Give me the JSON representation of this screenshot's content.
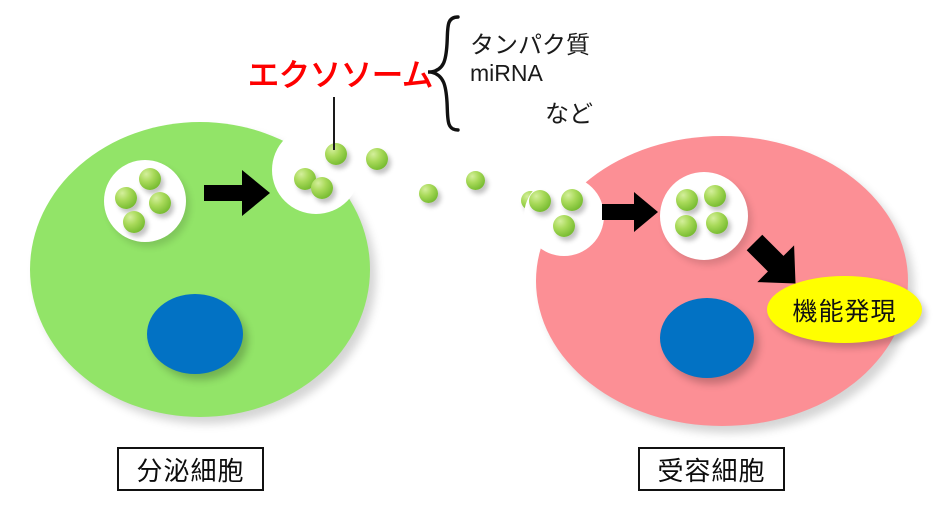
{
  "figure": {
    "title_label": "エクソソーム",
    "title_color": "#fe0000",
    "background_color": "#ffffff"
  },
  "cargo": {
    "brace_icon": "curly-brace",
    "items": [
      {
        "label": "タンパク質"
      },
      {
        "label": "miRNA"
      },
      {
        "label": "など"
      }
    ]
  },
  "cells": {
    "secretory": {
      "label": "分泌細胞",
      "body_color": "#92e468",
      "nucleus_color": "#0272c4",
      "vesicle_color": "#ffffff",
      "mvb_exosome_count": 4,
      "budding_exosome_count": 4
    },
    "recipient": {
      "label": "受容細胞",
      "body_color": "#fc8f95",
      "nucleus_color": "#0272c4",
      "vesicle_color": "#ffffff",
      "entry_exosome_count": 3,
      "mvb_exosome_count": 4
    }
  },
  "exosome": {
    "color": "#8dc63f",
    "free_count": 4
  },
  "outcome": {
    "label": "機能発現",
    "fill_color": "#ffff00"
  },
  "arrows": {
    "secretion": "arrow-right-icon",
    "uptake": "arrow-right-icon",
    "function": "arrow-down-right-icon"
  }
}
